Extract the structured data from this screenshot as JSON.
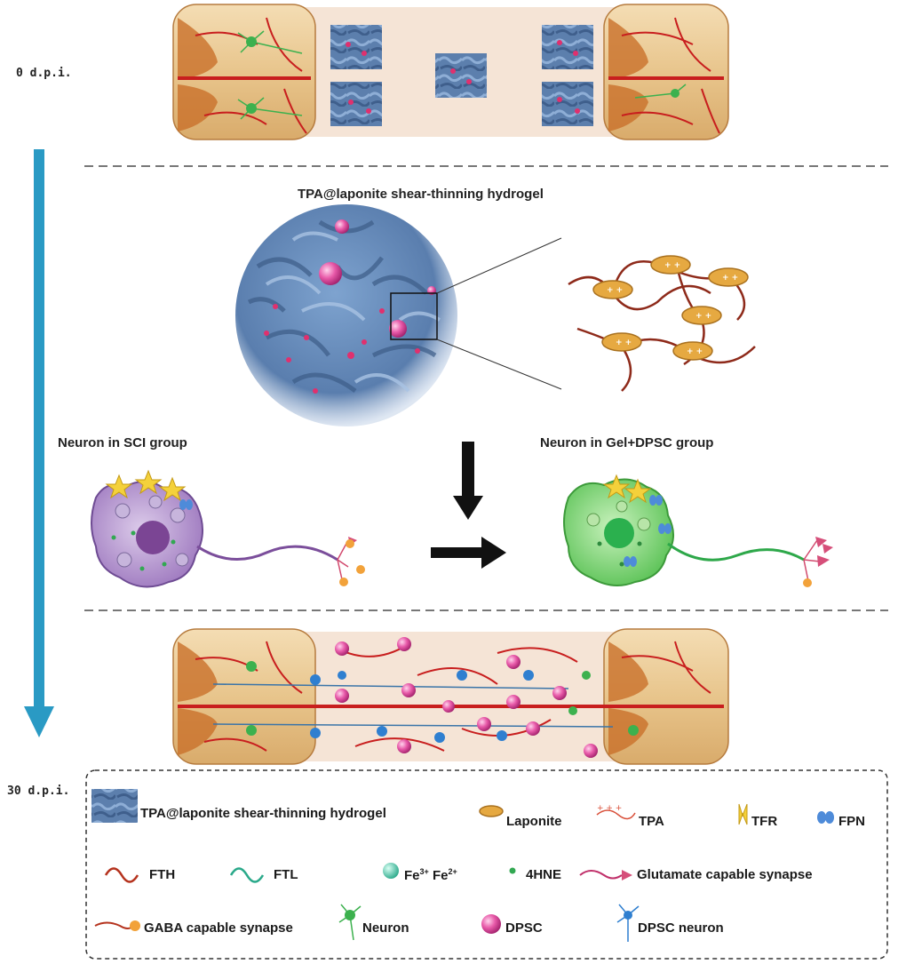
{
  "timepoints": {
    "start": "0 d.p.i.",
    "end": "30 d.p.i."
  },
  "hydrogel_title": "TPA@laponite shear-thinning hydrogel",
  "groups": {
    "sci": "Neuron in SCI group",
    "gel_dpsc": "Neuron in Gel+DPSC group"
  },
  "legend": {
    "hydrogel": "TPA@laponite shear-thinning hydrogel",
    "laponite": "Laponite",
    "tpa": "TPA",
    "tfr": "TFR",
    "fpn": "FPN",
    "fth": "FTH",
    "ftl": "FTL",
    "iron_fe3": "Fe",
    "iron_fe3_sup": "3+",
    "iron_fe2": "Fe",
    "iron_fe2_sup": "2+",
    "hne": "4HNE",
    "glutamate": "Glutamate capable synapse",
    "gaba": "GABA capable synapse",
    "neuron": "Neuron",
    "dpsc": "DPSC",
    "dpsc_neuron": "DPSC neuron"
  },
  "colors": {
    "timeline_arrow": "#2a9ac4",
    "vessel": "#c81e1e",
    "cord_tan": "#e9c58f",
    "cord_dark": "#c47a3a",
    "gel_blue": "#5b7fae",
    "dpsc_pink": "#d3479a",
    "neuron_green": "#3cb14e",
    "dpsc_neuron_blue": "#2f7fd0",
    "sci_cell": "#b99ad1",
    "gel_cell": "#86d87a"
  }
}
